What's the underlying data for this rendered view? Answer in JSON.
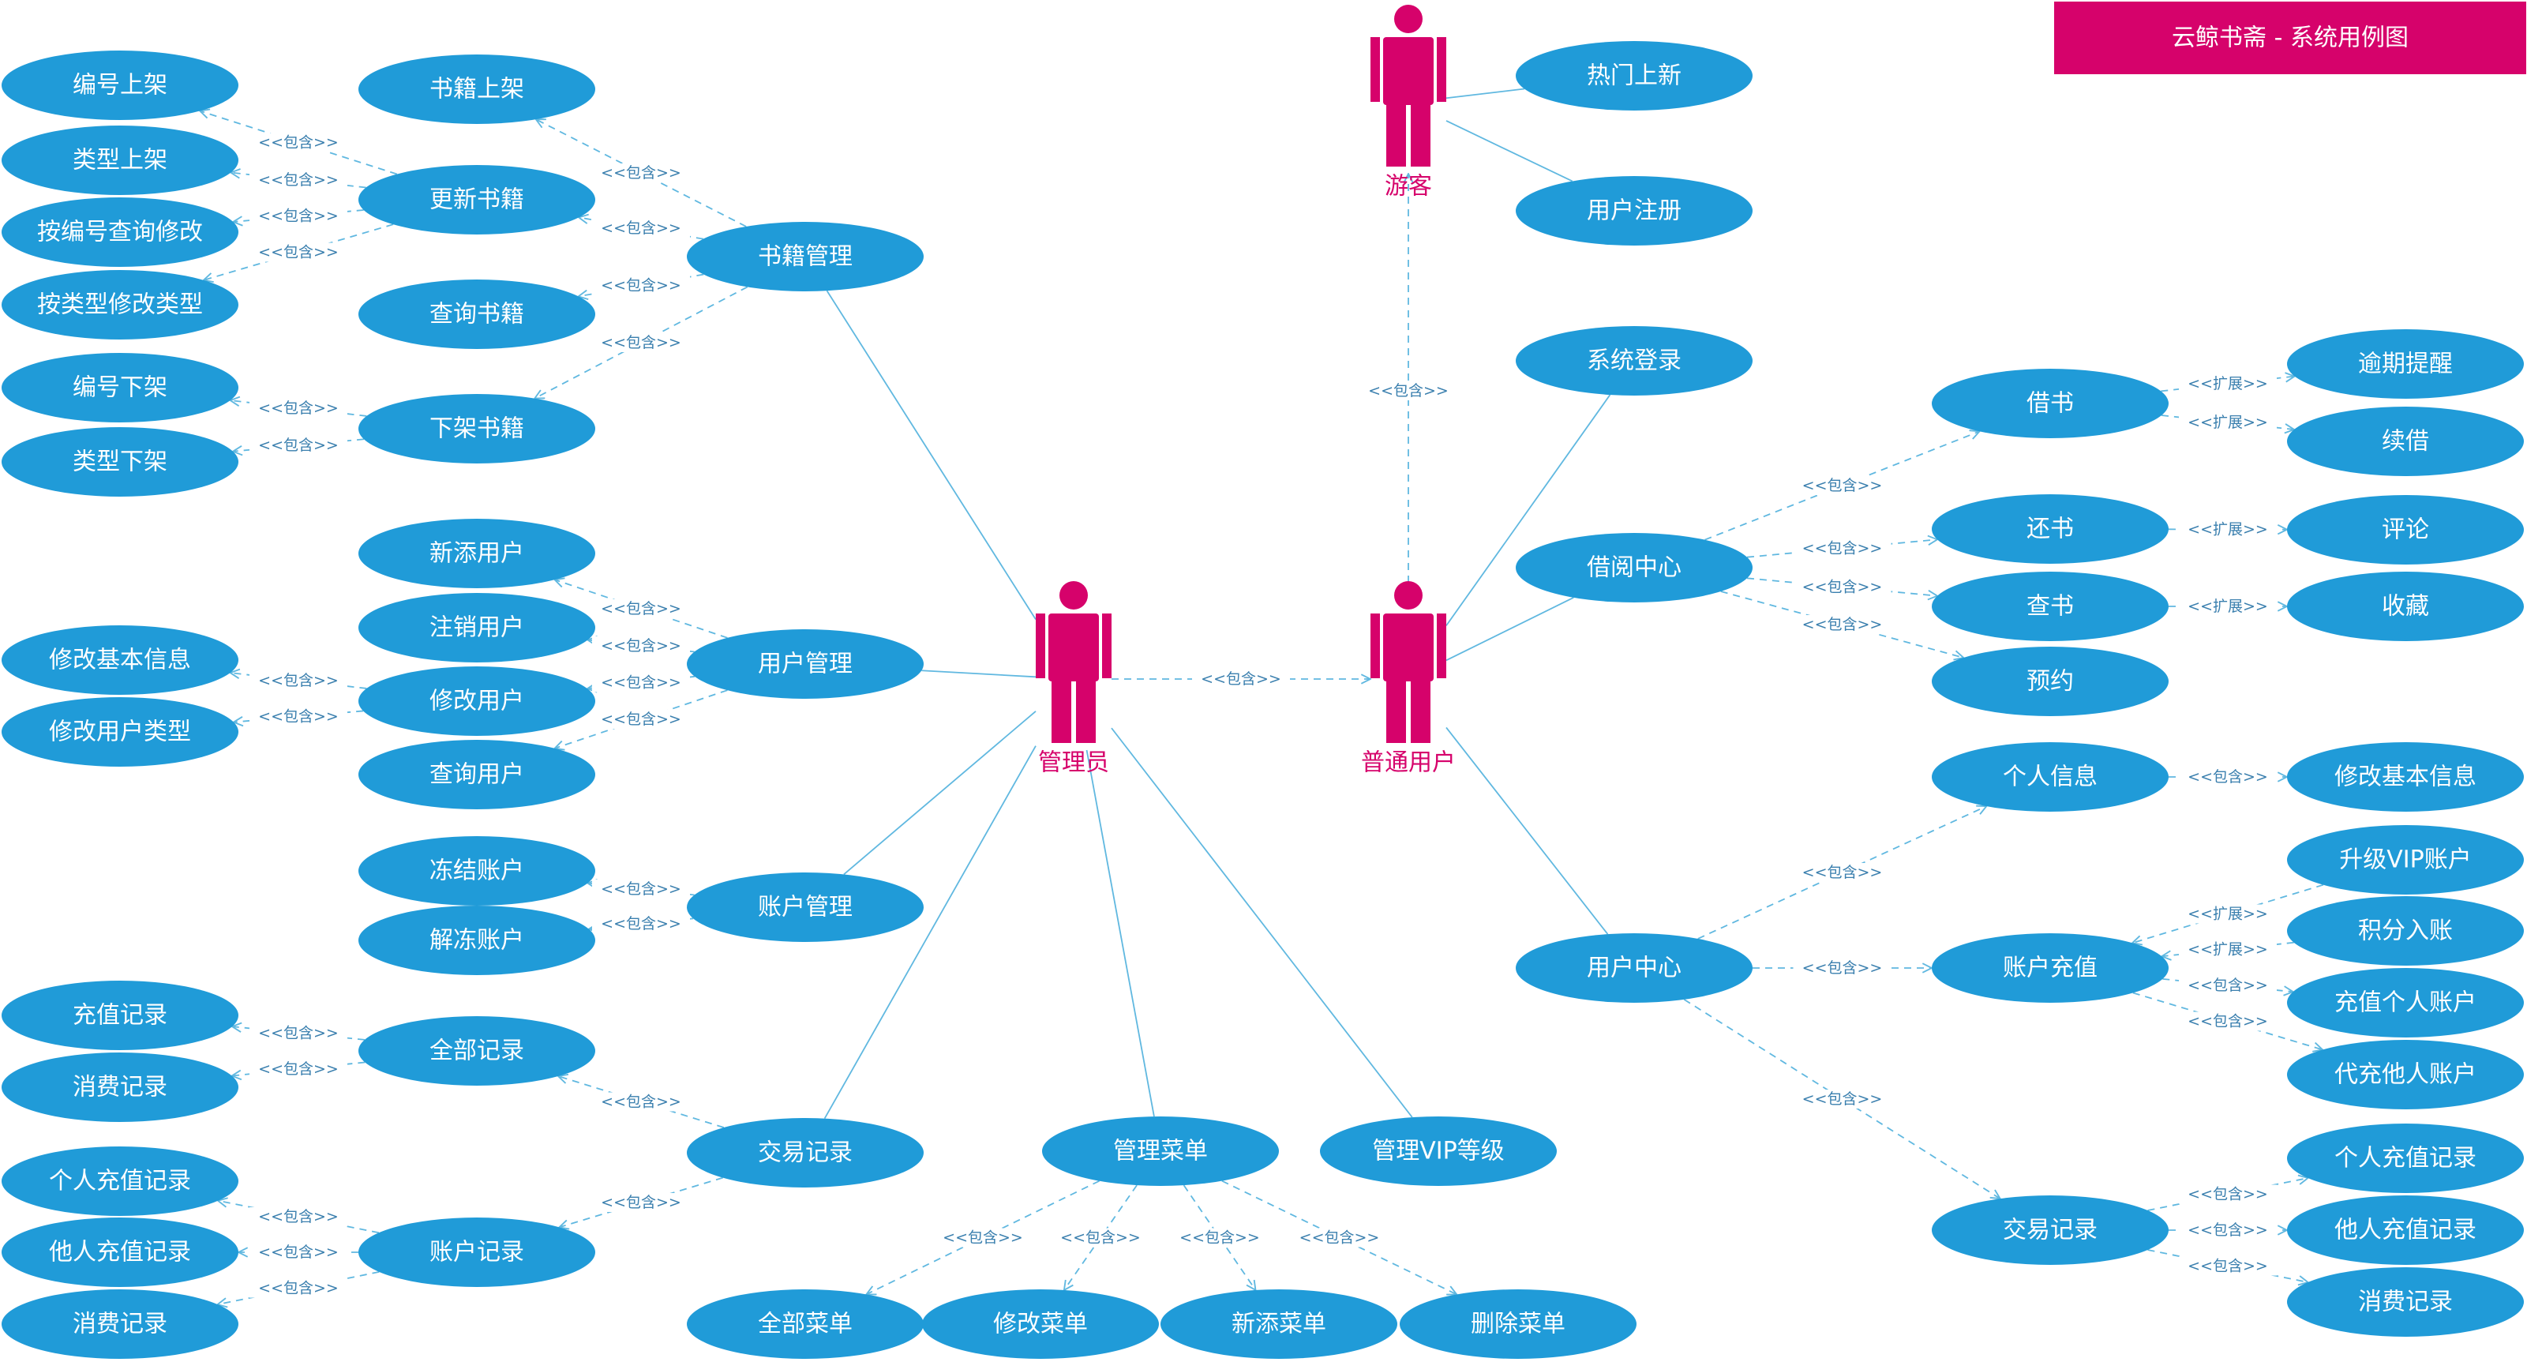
{
  "title": "云鲸书斋 - 系统用例图",
  "colors": {
    "usecase": "#209bd8",
    "usecase_text": "#ffffff",
    "actor": "#d6026b",
    "line": "#60b8e0",
    "banner": "#d6026b"
  },
  "actors": [
    {
      "id": "guest",
      "label": "游客"
    },
    {
      "id": "admin",
      "label": "管理员"
    },
    {
      "id": "user",
      "label": "普通用户"
    }
  ],
  "usecases": [
    {
      "id": "bh_sj",
      "label": "编号上架"
    },
    {
      "id": "lx_sj",
      "label": "类型上架"
    },
    {
      "id": "abh_cx",
      "label": "按编号查询修改"
    },
    {
      "id": "alx_xg",
      "label": "按类型修改类型"
    },
    {
      "id": "bh_xj",
      "label": "编号下架"
    },
    {
      "id": "lx_xj",
      "label": "类型下架"
    },
    {
      "id": "sj_sj",
      "label": "书籍上架"
    },
    {
      "id": "gx_sj",
      "label": "更新书籍"
    },
    {
      "id": "cx_sj",
      "label": "查询书籍"
    },
    {
      "id": "xj_sj",
      "label": "下架书籍"
    },
    {
      "id": "sj_gl",
      "label": "书籍管理"
    },
    {
      "id": "xz_yh",
      "label": "新添用户"
    },
    {
      "id": "zx_yh",
      "label": "注销用户"
    },
    {
      "id": "xg_yh",
      "label": "修改用户"
    },
    {
      "id": "cx_yh",
      "label": "查询用户"
    },
    {
      "id": "xg_jb_a",
      "label": "修改基本信息"
    },
    {
      "id": "xg_lx",
      "label": "修改用户类型"
    },
    {
      "id": "yh_gl",
      "label": "用户管理"
    },
    {
      "id": "dj_zh",
      "label": "冻结账户"
    },
    {
      "id": "jd_zh",
      "label": "解冻账户"
    },
    {
      "id": "zh_gl",
      "label": "账户管理"
    },
    {
      "id": "cz_jl_a",
      "label": "充值记录"
    },
    {
      "id": "xf_jl_a",
      "label": "消费记录"
    },
    {
      "id": "qb_jl",
      "label": "全部记录"
    },
    {
      "id": "grcz_a",
      "label": "个人充值记录"
    },
    {
      "id": "trcz_a",
      "label": "他人充值记录"
    },
    {
      "id": "xf_jl_b",
      "label": "消费记录"
    },
    {
      "id": "zh_jl",
      "label": "账户记录"
    },
    {
      "id": "jy_jl_a",
      "label": "交易记录"
    },
    {
      "id": "gl_cd",
      "label": "管理菜单"
    },
    {
      "id": "qb_cd",
      "label": "全部菜单"
    },
    {
      "id": "xg_cd",
      "label": "修改菜单"
    },
    {
      "id": "xt_cd",
      "label": "新添菜单"
    },
    {
      "id": "sc_cd",
      "label": "删除菜单"
    },
    {
      "id": "gl_vip",
      "label": "管理VIP等级"
    },
    {
      "id": "rm_sx",
      "label": "热门上新"
    },
    {
      "id": "yh_zc",
      "label": "用户注册"
    },
    {
      "id": "xt_dl",
      "label": "系统登录"
    },
    {
      "id": "jy_zx",
      "label": "借阅中心"
    },
    {
      "id": "jie_shu",
      "label": "借书"
    },
    {
      "id": "huan_shu",
      "label": "还书"
    },
    {
      "id": "cha_shu",
      "label": "查书"
    },
    {
      "id": "yu_yue",
      "label": "预约"
    },
    {
      "id": "yq_tx",
      "label": "逾期提醒"
    },
    {
      "id": "xu_jie",
      "label": "续借"
    },
    {
      "id": "ping_lun",
      "label": "评论"
    },
    {
      "id": "shou_cang",
      "label": "收藏"
    },
    {
      "id": "yh_zx",
      "label": "用户中心"
    },
    {
      "id": "gr_xx",
      "label": "个人信息"
    },
    {
      "id": "xg_jb_u",
      "label": "修改基本信息"
    },
    {
      "id": "zh_cz",
      "label": "账户充值"
    },
    {
      "id": "sj_vip",
      "label": "升级VIP账户"
    },
    {
      "id": "jf_rz",
      "label": "积分入账"
    },
    {
      "id": "cz_gr",
      "label": "充值个人账户"
    },
    {
      "id": "dc_tr",
      "label": "代充他人账户"
    },
    {
      "id": "jy_jl_u",
      "label": "交易记录"
    },
    {
      "id": "grcz_u",
      "label": "个人充值记录"
    },
    {
      "id": "trcz_u",
      "label": "他人充值记录"
    },
    {
      "id": "xf_jl_u",
      "label": "消费记录"
    }
  ],
  "edges": [
    {
      "from": "admin",
      "to": "sj_gl",
      "type": "association"
    },
    {
      "from": "admin",
      "to": "yh_gl",
      "type": "association"
    },
    {
      "from": "admin",
      "to": "zh_gl",
      "type": "association"
    },
    {
      "from": "admin",
      "to": "jy_jl_a",
      "type": "association"
    },
    {
      "from": "admin",
      "to": "gl_cd",
      "type": "association"
    },
    {
      "from": "admin",
      "to": "gl_vip",
      "type": "association"
    },
    {
      "from": "guest",
      "to": "rm_sx",
      "type": "association"
    },
    {
      "from": "guest",
      "to": "yh_zc",
      "type": "association"
    },
    {
      "from": "user",
      "to": "xt_dl",
      "type": "association"
    },
    {
      "from": "user",
      "to": "jy_zx",
      "type": "association"
    },
    {
      "from": "user",
      "to": "yh_zx",
      "type": "association"
    },
    {
      "from": "user",
      "to": "guest",
      "type": "include",
      "label": "<<包含>>"
    },
    {
      "from": "admin",
      "to": "user",
      "type": "include",
      "label": "<<包含>>"
    },
    {
      "from": "sj_gl",
      "to": "sj_sj",
      "type": "include",
      "label": "<<包含>>"
    },
    {
      "from": "sj_gl",
      "to": "gx_sj",
      "type": "include",
      "label": "<<包含>>"
    },
    {
      "from": "sj_gl",
      "to": "cx_sj",
      "type": "include",
      "label": "<<包含>>"
    },
    {
      "from": "sj_gl",
      "to": "xj_sj",
      "type": "include",
      "label": "<<包含>>"
    },
    {
      "from": "gx_sj",
      "to": "bh_sj",
      "type": "include",
      "label": "<<包含>>"
    },
    {
      "from": "gx_sj",
      "to": "lx_sj",
      "type": "include",
      "label": "<<包含>>"
    },
    {
      "from": "gx_sj",
      "to": "abh_cx",
      "type": "include",
      "label": "<<包含>>"
    },
    {
      "from": "gx_sj",
      "to": "alx_xg",
      "type": "include",
      "label": "<<包含>>"
    },
    {
      "from": "xj_sj",
      "to": "bh_xj",
      "type": "include",
      "label": "<<包含>>"
    },
    {
      "from": "xj_sj",
      "to": "lx_xj",
      "type": "include",
      "label": "<<包含>>"
    },
    {
      "from": "yh_gl",
      "to": "xz_yh",
      "type": "include",
      "label": "<<包含>>"
    },
    {
      "from": "yh_gl",
      "to": "zx_yh",
      "type": "include",
      "label": "<<包含>>"
    },
    {
      "from": "yh_gl",
      "to": "xg_yh",
      "type": "include",
      "label": "<<包含>>"
    },
    {
      "from": "yh_gl",
      "to": "cx_yh",
      "type": "include",
      "label": "<<包含>>"
    },
    {
      "from": "xg_yh",
      "to": "xg_jb_a",
      "type": "include",
      "label": "<<包含>>"
    },
    {
      "from": "xg_yh",
      "to": "xg_lx",
      "type": "include",
      "label": "<<包含>>"
    },
    {
      "from": "zh_gl",
      "to": "dj_zh",
      "type": "include",
      "label": "<<包含>>"
    },
    {
      "from": "zh_gl",
      "to": "jd_zh",
      "type": "include",
      "label": "<<包含>>"
    },
    {
      "from": "jy_jl_a",
      "to": "qb_jl",
      "type": "include",
      "label": "<<包含>>"
    },
    {
      "from": "jy_jl_a",
      "to": "zh_jl",
      "type": "include",
      "label": "<<包含>>"
    },
    {
      "from": "qb_jl",
      "to": "cz_jl_a",
      "type": "include",
      "label": "<<包含>>"
    },
    {
      "from": "qb_jl",
      "to": "xf_jl_a",
      "type": "include",
      "label": "<<包含>>"
    },
    {
      "from": "zh_jl",
      "to": "grcz_a",
      "type": "include",
      "label": "<<包含>>"
    },
    {
      "from": "zh_jl",
      "to": "trcz_a",
      "type": "include",
      "label": "<<包含>>"
    },
    {
      "from": "zh_jl",
      "to": "xf_jl_b",
      "type": "include",
      "label": "<<包含>>"
    },
    {
      "from": "gl_cd",
      "to": "qb_cd",
      "type": "include",
      "label": "<<包含>>"
    },
    {
      "from": "gl_cd",
      "to": "xg_cd",
      "type": "include",
      "label": "<<包含>>"
    },
    {
      "from": "gl_cd",
      "to": "xt_cd",
      "type": "include",
      "label": "<<包含>>"
    },
    {
      "from": "gl_cd",
      "to": "sc_cd",
      "type": "include",
      "label": "<<包含>>"
    },
    {
      "from": "jy_zx",
      "to": "jie_shu",
      "type": "include",
      "label": "<<包含>>"
    },
    {
      "from": "jy_zx",
      "to": "huan_shu",
      "type": "include",
      "label": "<<包含>>"
    },
    {
      "from": "jy_zx",
      "to": "cha_shu",
      "type": "include",
      "label": "<<包含>>"
    },
    {
      "from": "jy_zx",
      "to": "yu_yue",
      "type": "include",
      "label": "<<包含>>"
    },
    {
      "from": "jie_shu",
      "to": "yq_tx",
      "type": "extend",
      "label": "<<扩展>>"
    },
    {
      "from": "jie_shu",
      "to": "xu_jie",
      "type": "extend",
      "label": "<<扩展>>"
    },
    {
      "from": "huan_shu",
      "to": "ping_lun",
      "type": "extend",
      "label": "<<扩展>>"
    },
    {
      "from": "cha_shu",
      "to": "shou_cang",
      "type": "extend",
      "label": "<<扩展>>"
    },
    {
      "from": "yh_zx",
      "to": "gr_xx",
      "type": "include",
      "label": "<<包含>>"
    },
    {
      "from": "yh_zx",
      "to": "zh_cz",
      "type": "include",
      "label": "<<包含>>"
    },
    {
      "from": "yh_zx",
      "to": "jy_jl_u",
      "type": "include",
      "label": "<<包含>>"
    },
    {
      "from": "gr_xx",
      "to": "xg_jb_u",
      "type": "include",
      "label": "<<包含>>"
    },
    {
      "from": "sj_vip",
      "to": "zh_cz",
      "type": "extend",
      "label": "<<扩展>>"
    },
    {
      "from": "jf_rz",
      "to": "zh_cz",
      "type": "extend",
      "label": "<<扩展>>"
    },
    {
      "from": "zh_cz",
      "to": "cz_gr",
      "type": "include",
      "label": "<<包含>>"
    },
    {
      "from": "zh_cz",
      "to": "dc_tr",
      "type": "include",
      "label": "<<包含>>"
    },
    {
      "from": "jy_jl_u",
      "to": "grcz_u",
      "type": "include",
      "label": "<<包含>>"
    },
    {
      "from": "jy_jl_u",
      "to": "trcz_u",
      "type": "include",
      "label": "<<包含>>"
    },
    {
      "from": "jy_jl_u",
      "to": "xf_jl_u",
      "type": "include",
      "label": "<<包含>>"
    }
  ]
}
